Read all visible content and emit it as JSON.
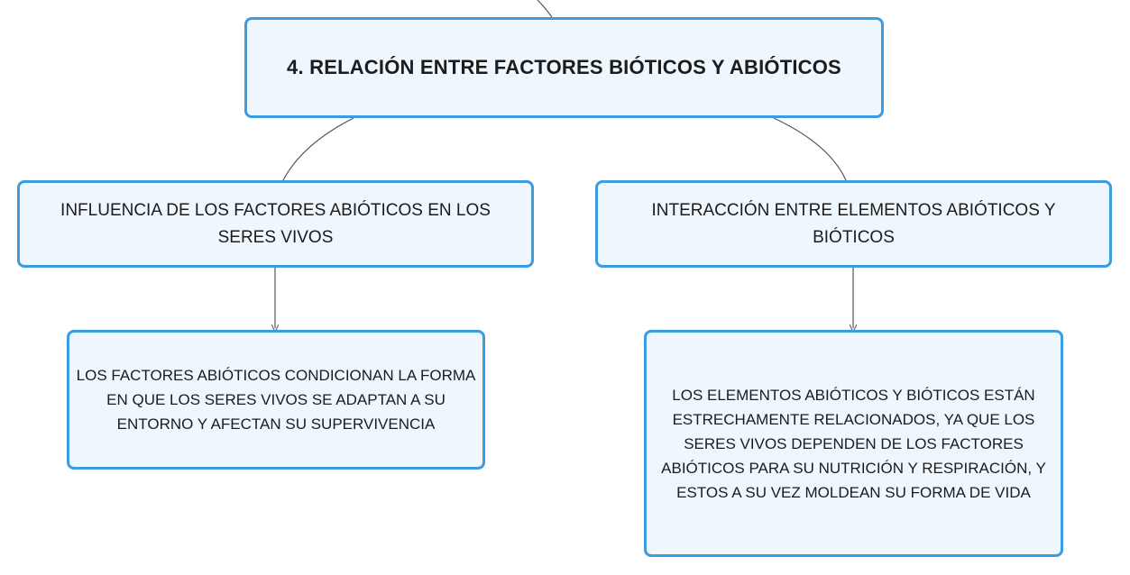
{
  "diagram": {
    "root": {
      "label": "4. RELACIÓN ENTRE FACTORES BIÓTICOS Y ABIÓTICOS"
    },
    "branches": [
      {
        "label": "INFLUENCIA DE LOS FACTORES ABIÓTICOS EN LOS SERES VIVOS",
        "detail": "LOS FACTORES ABIÓTICOS CONDICIONAN LA FORMA EN QUE LOS SERES VIVOS SE ADAPTAN A SU ENTORNO Y AFECTAN SU SUPERVIVENCIA"
      },
      {
        "label": "INTERACCIÓN ENTRE ELEMENTOS ABIÓTICOS Y BIÓTICOS",
        "detail": "LOS ELEMENTOS ABIÓTICOS Y BIÓTICOS ESTÁN ESTRECHAMENTE RELACIONADOS, YA QUE LOS SERES VIVOS DEPENDEN DE LOS FACTORES ABIÓTICOS PARA SU NUTRICIÓN Y RESPIRACIÓN, Y ESTOS A SU VEZ MOLDEAN SU FORMA DE VIDA"
      }
    ],
    "colors": {
      "node_border": "#3d9be0",
      "node_fill": "#eef7fd",
      "connector": "#555555",
      "text": "#1c1c1c"
    }
  }
}
